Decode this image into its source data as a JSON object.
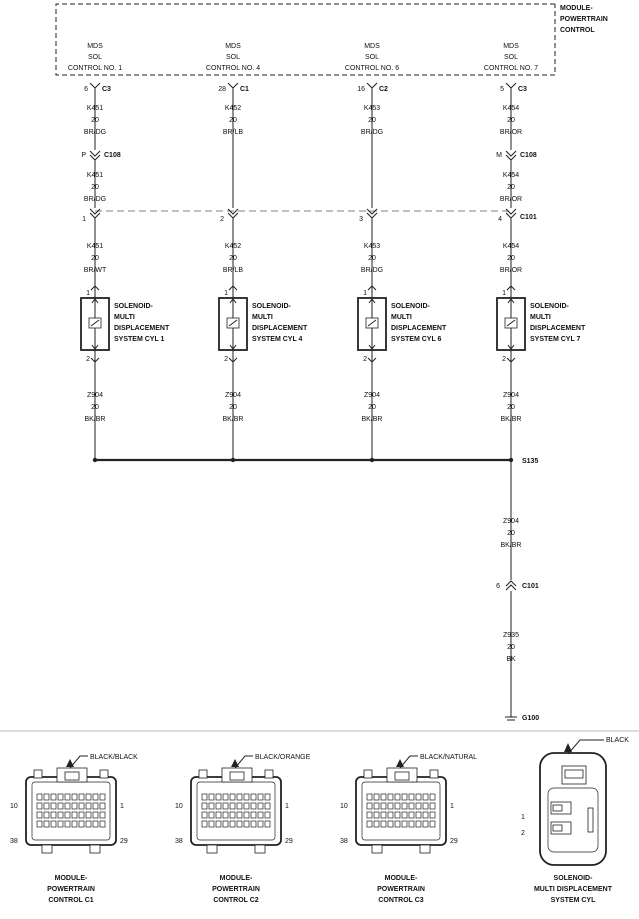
{
  "module": {
    "line1": "MODULE-",
    "line2": "POWERTRAIN",
    "line3": "CONTROL"
  },
  "pins": [
    {
      "ctl1": "MDS",
      "ctl2": "SOL",
      "ctl3": "CONTROL NO. 1",
      "pin": "6",
      "conn": "C3",
      "w1_circuit": "K451",
      "w1_gauge": "20",
      "w1_color": "BR/DG",
      "c108_pin": "P",
      "w2_circuit": "K451",
      "w2_gauge": "20",
      "w2_color": "BR/DG",
      "c101_pin": "1",
      "w3_circuit": "K451",
      "w3_gauge": "20",
      "w3_color": "BR/WT",
      "sol_pin_top": "1",
      "sol1": "SOLENOID-",
      "sol2": "MULTI",
      "sol3": "DISPLACEMENT",
      "sol4": "SYSTEM CYL 1",
      "sol_pin_bot": "2",
      "g_circuit": "Z904",
      "g_gauge": "20",
      "g_color": "BK/BR"
    },
    {
      "ctl1": "MDS",
      "ctl2": "SOL",
      "ctl3": "CONTROL NO. 4",
      "pin": "28",
      "conn": "C1",
      "w1_circuit": "K452",
      "w1_gauge": "20",
      "w1_color": "BR/LB",
      "c108_pin": "",
      "w2_circuit": "",
      "w2_gauge": "",
      "w2_color": "",
      "c101_pin": "2",
      "w3_circuit": "K452",
      "w3_gauge": "20",
      "w3_color": "BR/LB",
      "sol_pin_top": "1",
      "sol1": "SOLENOID-",
      "sol2": "MULTI",
      "sol3": "DISPLACEMENT",
      "sol4": "SYSTEM CYL 4",
      "sol_pin_bot": "2",
      "g_circuit": "Z904",
      "g_gauge": "20",
      "g_color": "BK/BR"
    },
    {
      "ctl1": "MDS",
      "ctl2": "SOL",
      "ctl3": "CONTROL NO. 6",
      "pin": "16",
      "conn": "C2",
      "w1_circuit": "K453",
      "w1_gauge": "20",
      "w1_color": "BR/DG",
      "c108_pin": "",
      "w2_circuit": "",
      "w2_gauge": "",
      "w2_color": "",
      "c101_pin": "3",
      "w3_circuit": "K453",
      "w3_gauge": "20",
      "w3_color": "BR/DG",
      "sol_pin_top": "1",
      "sol1": "SOLENOID-",
      "sol2": "MULTI",
      "sol3": "DISPLACEMENT",
      "sol4": "SYSTEM CYL 6",
      "sol_pin_bot": "2",
      "g_circuit": "Z904",
      "g_gauge": "20",
      "g_color": "BK/BR"
    },
    {
      "ctl1": "MDS",
      "ctl2": "SOL",
      "ctl3": "CONTROL NO. 7",
      "pin": "5",
      "conn": "C3",
      "w1_circuit": "K454",
      "w1_gauge": "20",
      "w1_color": "BR/OR",
      "c108_pin": "M",
      "w2_circuit": "K454",
      "w2_gauge": "20",
      "w2_color": "BR/OR",
      "c101_pin": "4",
      "w3_circuit": "K454",
      "w3_gauge": "20",
      "w3_color": "BR/OR",
      "sol_pin_top": "1",
      "sol1": "SOLENOID-",
      "sol2": "MULTI",
      "sol3": "DISPLACEMENT",
      "sol4": "SYSTEM CYL 7",
      "sol_pin_bot": "2",
      "g_circuit": "Z904",
      "g_gauge": "20",
      "g_color": "BK/BR"
    }
  ],
  "c108_label": "C108",
  "c101_label": "C101",
  "splice": "S135",
  "ground_run": {
    "circuit": "Z904",
    "gauge": "20",
    "color": "BK/BR",
    "c101_pin": "6",
    "c101_label": "C101"
  },
  "ground_wire": {
    "circuit": "Z935",
    "gauge": "20",
    "color": "BK"
  },
  "ground": "G100",
  "connectors": [
    {
      "color": "BLACK/BLACK",
      "pin_tl": "10",
      "pin_tr": "1",
      "pin_bl": "38",
      "pin_br": "29",
      "name1": "MODULE-",
      "name2": "POWERTRAIN",
      "name3": "CONTROL C1"
    },
    {
      "color": "BLACK/ORANGE",
      "pin_tl": "10",
      "pin_tr": "1",
      "pin_bl": "38",
      "pin_br": "29",
      "name1": "MODULE-",
      "name2": "POWERTRAIN",
      "name3": "CONTROL C2"
    },
    {
      "color": "BLACK/NATURAL",
      "pin_tl": "10",
      "pin_tr": "1",
      "pin_bl": "38",
      "pin_br": "29",
      "name1": "MODULE-",
      "name2": "POWERTRAIN",
      "name3": "CONTROL C3"
    }
  ],
  "sol_connector": {
    "color": "BLACK",
    "pin1": "1",
    "pin2": "2",
    "name1": "SOLENOID-",
    "name2": "MULTI DISPLACEMENT",
    "name3": "SYSTEM CYL"
  }
}
